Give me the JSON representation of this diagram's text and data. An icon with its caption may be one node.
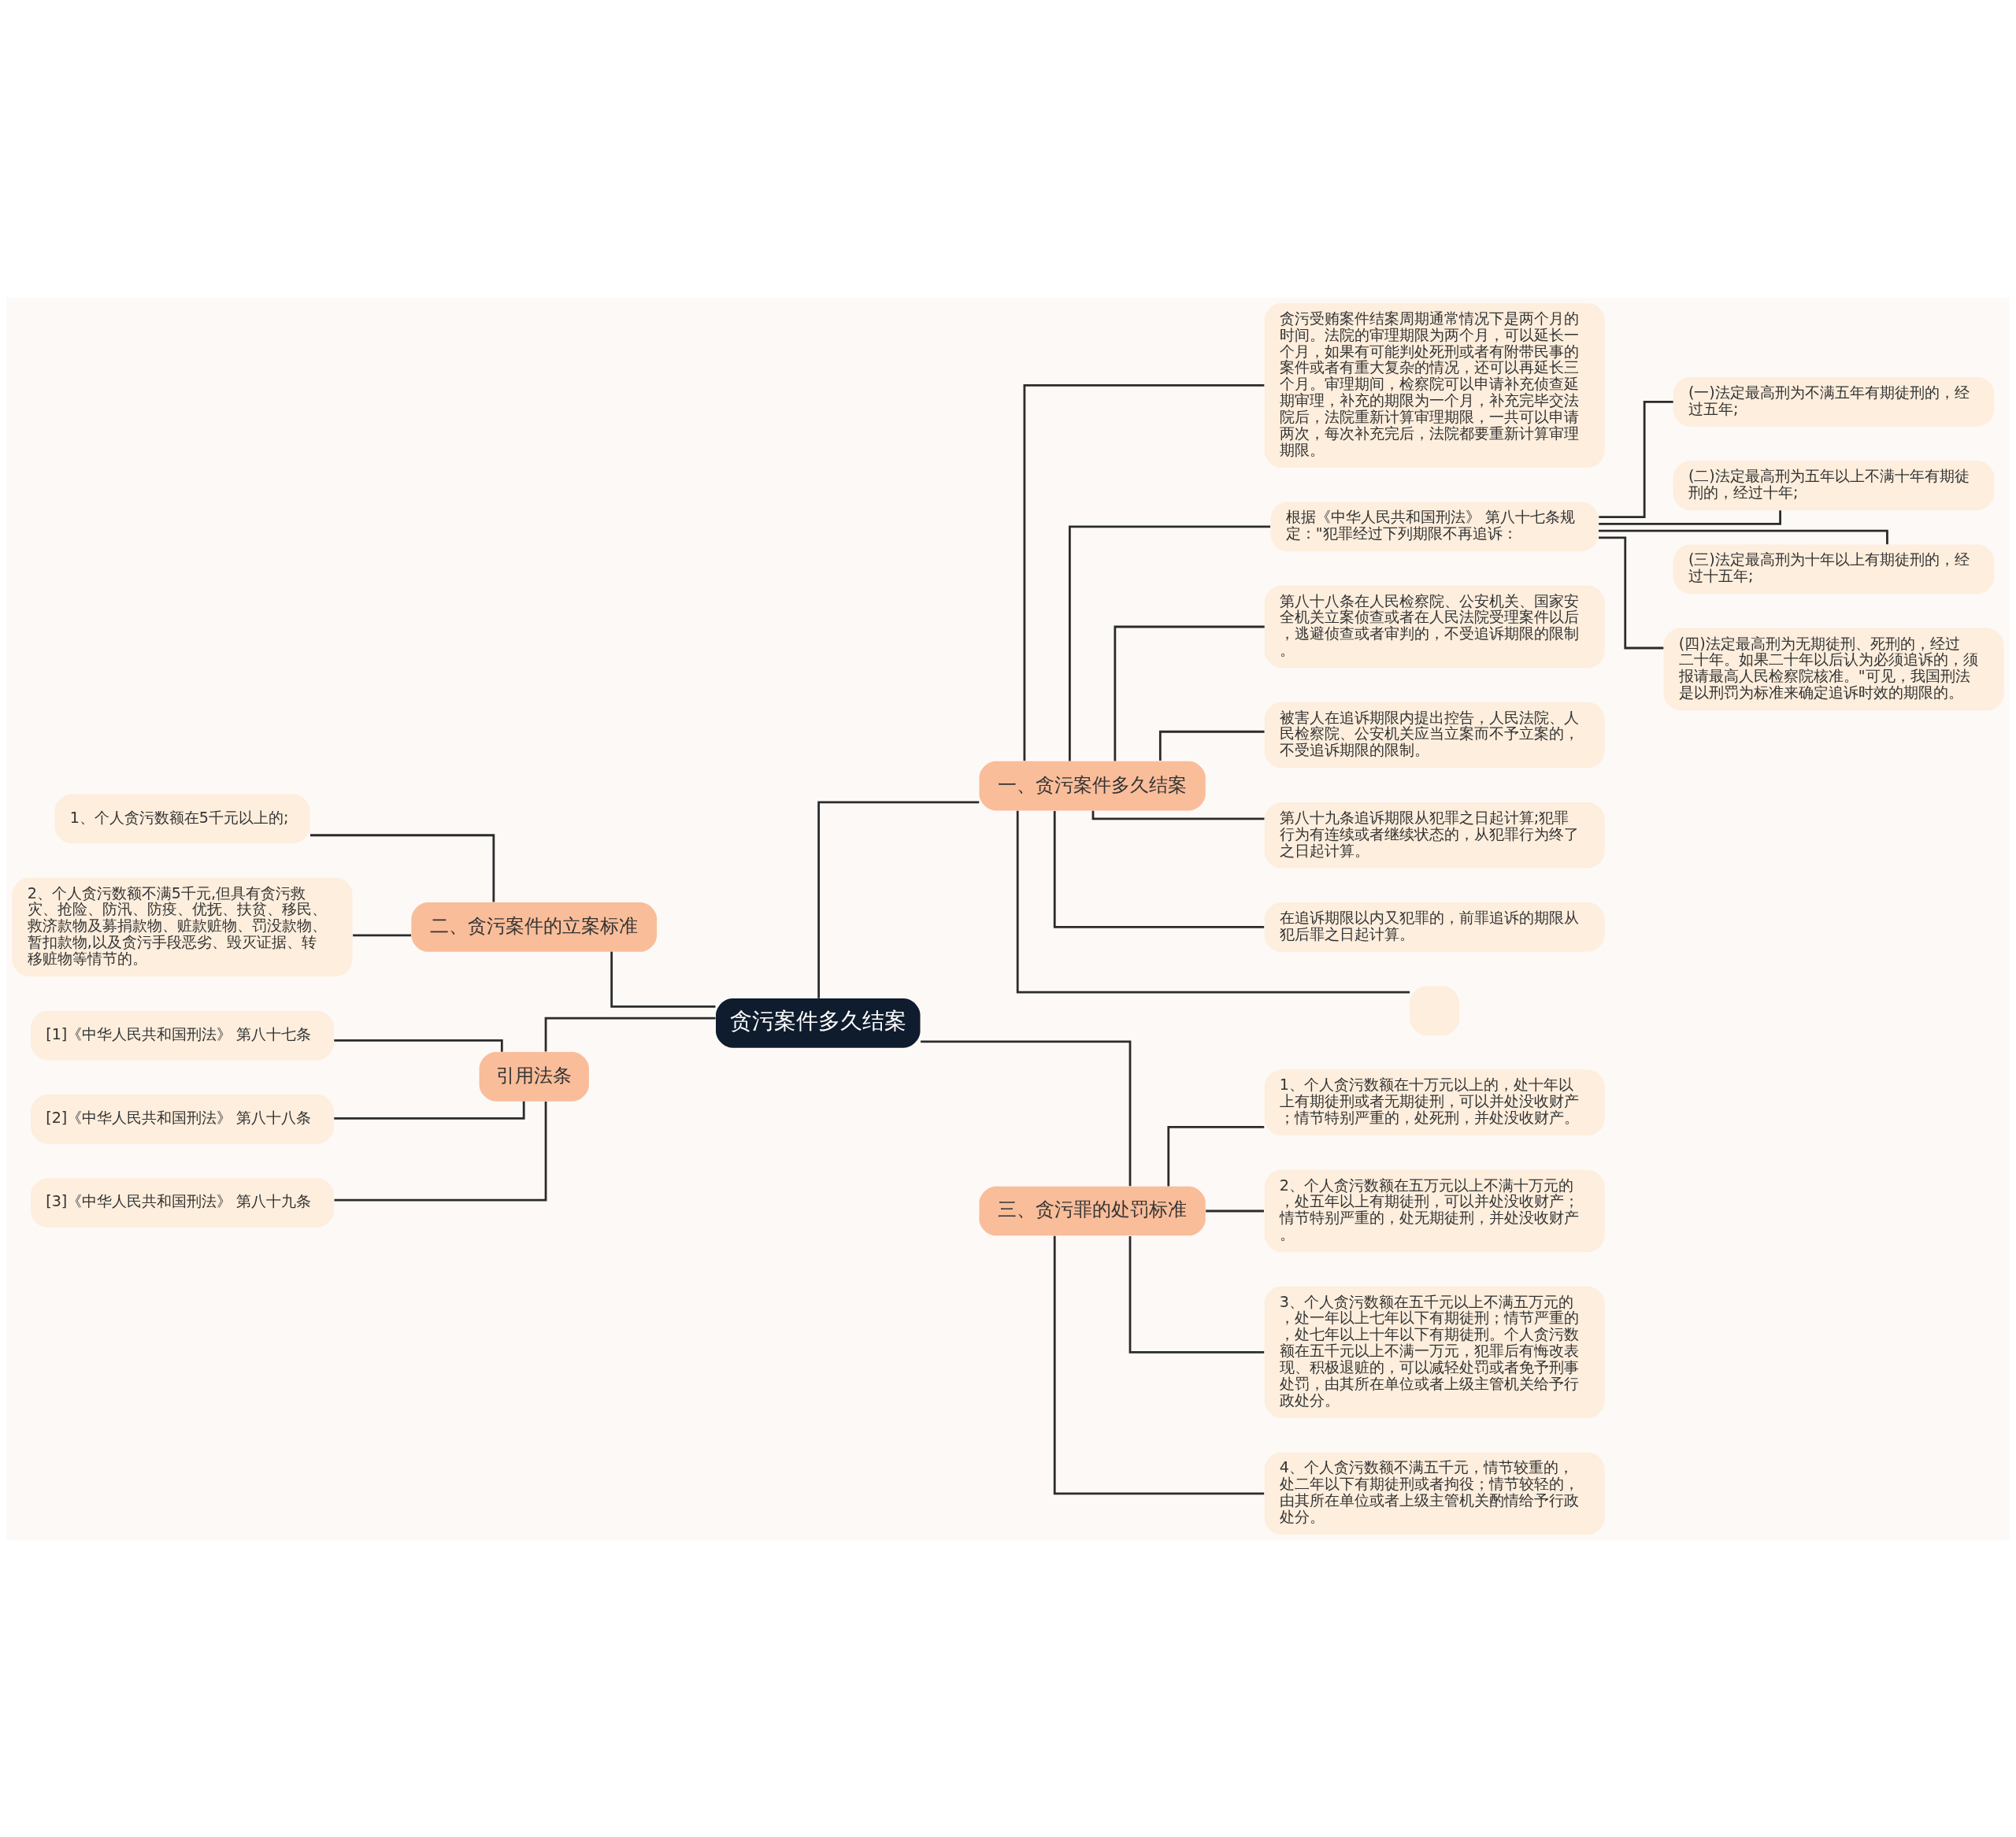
{
  "diagram": {
    "nodes": [
      {
        "text": [
          "贪污案件多久结案"
        ]
      },
      {
        "text": [
          "一、贪污案件多久结案"
        ]
      },
      {
        "text": [
          "贪污受贿案件结案周期通常情况下是两个月的时间。法院的审理期限为两个月，可以延长一个月，如果有可能判处死刑或者有附带民事的案件或者有重大复杂的情况，还可以再延长三个月。审理期间，检察院可以申请补充侦查延期审理，补充的期限为一个月，补充完毕交法院后，法院重新计算审理期限，一共可以申请两次，每次补充完后，法院都要重新计算审理期限。"
        ]
      },
      {
        "text": [
          "根据《中华人民共和国刑法》 第八十七条规定：\"犯罪经过下列期限不再追诉："
        ]
      },
      {
        "text": [
          "(一)法定最高刑为不满五年有期徒刑的，经过五年;"
        ]
      },
      {
        "text": [
          "(二)法定最高刑为五年以上不满十年有期徒刑的，经过十年;"
        ]
      },
      {
        "text": [
          "(三)法定最高刑为十年以上有期徒刑的，经过十五年;"
        ]
      },
      {
        "text": [
          "(四)法定最高刑为无期徒刑、死刑的，经过二十年。如果二十年以后认为必须追诉的，须报请最高人民检察院核准。\"可见，我国刑法是以刑罚为标准来确定追诉时效的期限的。"
        ]
      },
      {
        "text": [
          "第八十八条在人民检察院、公安机关、国家安全机关立案侦查或者在人民法院受理案件以后，逃避侦查或者审判的，不受追诉期限的限制。"
        ]
      },
      {
        "text": [
          "被害人在追诉期限内提出控告，人民法院、人民检察院、公安机关应当立案而不予立案的，不受追诉期限的限制。"
        ]
      },
      {
        "text": [
          "第八十九条追诉期限从犯罪之日起计算;犯罪行为有连续或者继续状态的，从犯罪行为终了之日起计算。"
        ]
      },
      {
        "text": [
          "在追诉期限以内又犯罪的，前罪追诉的期限从犯后罪之日起计算。"
        ]
      },
      {
        "text": [],
        "shape": "box"
      },
      {
        "text": [
          "二、贪污案件的立案标准"
        ]
      },
      {
        "text": [
          "1、个人贪污数额在5千元以上的;"
        ]
      },
      {
        "text": [
          "2、个人贪污数额不满5千元,但具有贪污救灾、抢险、防汛、防疫、优抚、扶贫、移民、救济款物及募捐款物、赃款赃物、罚没款物、暂扣款物,以及贪污手段恶劣、毁灭证据、转移赃物等情节的。"
        ]
      },
      {
        "text": [
          "引用法条"
        ]
      },
      {
        "text": [
          "[1]《中华人民共和国刑法》 第八十七条"
        ]
      },
      {
        "text": [
          "[2]《中华人民共和国刑法》 第八十八条"
        ]
      },
      {
        "text": [
          "[3]《中华人民共和国刑法》 第八十九条"
        ]
      },
      {
        "text": [
          "三、贪污罪的处罚标准"
        ]
      },
      {
        "text": [
          "1、个人贪污数额在十万元以上的，处十年以上有期徒刑或者无期徒刑，可以并处没收财产；情节特别严重的，处死刑，并处没收财产。"
        ]
      },
      {
        "text": [
          "2、个人贪污数额在五万元以上不满十万元的，处五年以上有期徒刑，可以并处没收财产；情节特别严重的，处无期徒刑，并处没收财产。"
        ]
      },
      {
        "text": [
          "3、个人贪污数额在五千元以上不满五万元的，处一年以上七年以下有期徒刑；情节严重的，处七年以上十年以下有期徒刑。个人贪污数额在五千元以上不满一万元，犯罪后有悔改表现、积极退赃的，可以减轻处罚或者免予刑事处罚，由其所在单位或者上级主管机关给予行政处分。"
        ]
      },
      {
        "text": [
          "4、个人贪污数额不满五千元，情节较重的，处二年以下有期徒刑或者拘役；情节较轻的，由其所在单位或者上级主管机关酌情给予行政处分。"
        ]
      }
    ],
    "edges": [
      {
        "from": 0,
        "to": 1,
        "arrow": "none"
      },
      {
        "from": 1,
        "to": 2,
        "arrow": "none"
      },
      {
        "from": 1,
        "to": 3,
        "arrow": "none"
      },
      {
        "from": 3,
        "to": 4,
        "arrow": "none"
      },
      {
        "from": 3,
        "to": 5,
        "arrow": "none"
      },
      {
        "from": 3,
        "to": 6,
        "arrow": "none"
      },
      {
        "from": 3,
        "to": 7,
        "arrow": "none"
      },
      {
        "from": 1,
        "to": 8,
        "arrow": "none"
      },
      {
        "from": 1,
        "to": 9,
        "arrow": "none"
      },
      {
        "from": 1,
        "to": 10,
        "arrow": "none"
      },
      {
        "from": 1,
        "to": 11,
        "arrow": "none"
      },
      {
        "from": 1,
        "to": 12,
        "arrow": "none"
      },
      {
        "from": 0,
        "to": 13,
        "arrow": "none"
      },
      {
        "from": 13,
        "to": 14,
        "arrow": "none"
      },
      {
        "from": 13,
        "to": 15,
        "arrow": "none"
      },
      {
        "from": 0,
        "to": 16,
        "arrow": "none"
      },
      {
        "from": 16,
        "to": 17,
        "arrow": "none"
      },
      {
        "from": 16,
        "to": 18,
        "arrow": "none"
      },
      {
        "from": 16,
        "to": 19,
        "arrow": "none"
      },
      {
        "from": 0,
        "to": 20,
        "arrow": "none"
      },
      {
        "from": 20,
        "to": 21,
        "arrow": "none"
      },
      {
        "from": 20,
        "to": 22,
        "arrow": "none"
      },
      {
        "from": 20,
        "to": 23,
        "arrow": "none"
      },
      {
        "from": 20,
        "to": 24,
        "arrow": "none"
      }
    ]
  }
}
